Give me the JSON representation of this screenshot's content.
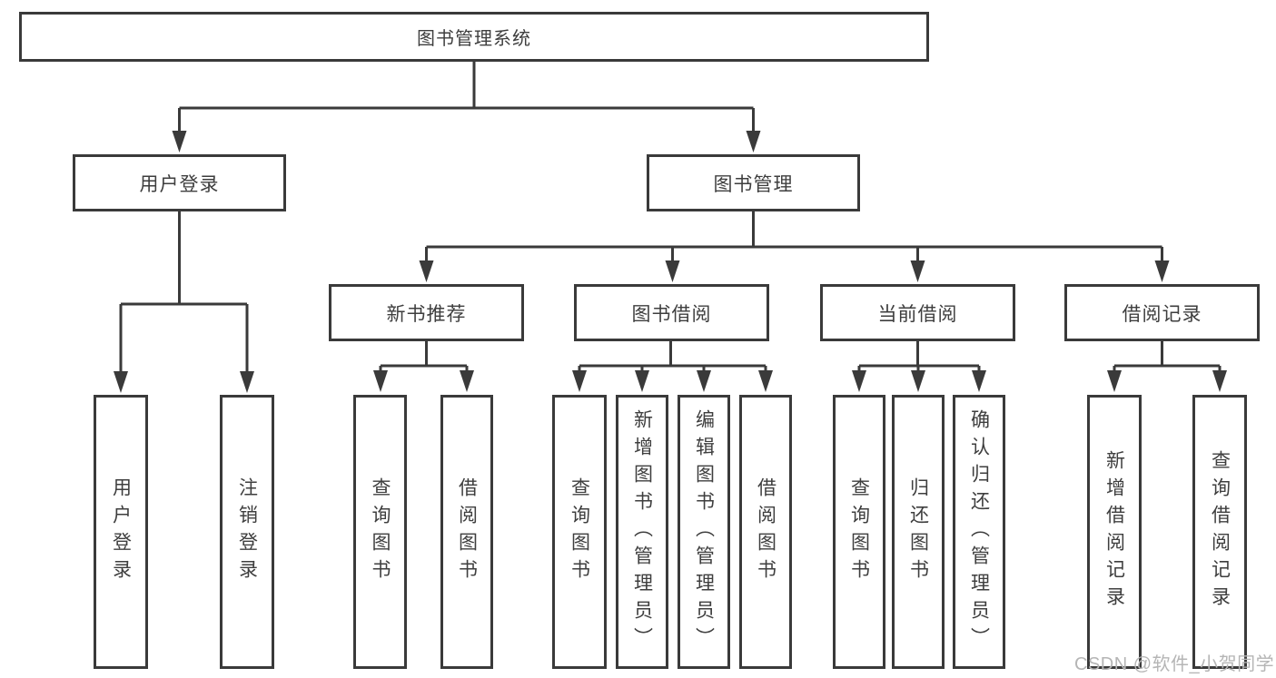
{
  "title": "图书管理系统",
  "level2": {
    "login": "用户登录",
    "management": "图书管理"
  },
  "level3": {
    "recommend": "新书推荐",
    "borrow": "图书借阅",
    "current": "当前借阅",
    "records": "借阅记录"
  },
  "leaves": {
    "login": [
      "用户登录",
      "注销登录"
    ],
    "recommend": [
      "查询图书",
      "借阅图书"
    ],
    "borrow": [
      "查询图书",
      "新增图书（管理员）",
      "编辑图书（管理员）",
      "借阅图书"
    ],
    "current": [
      "查询图书",
      "归还图书",
      "确认归还（管理员）"
    ],
    "records": [
      "新增借阅记录",
      "查询借阅记录"
    ]
  },
  "watermark": "CSDN @软件_小贺同学",
  "colors": {
    "line": "#3a3a3a",
    "text": "#3e3e3e",
    "background": "#ffffff",
    "watermark": "#b5b5b5"
  }
}
